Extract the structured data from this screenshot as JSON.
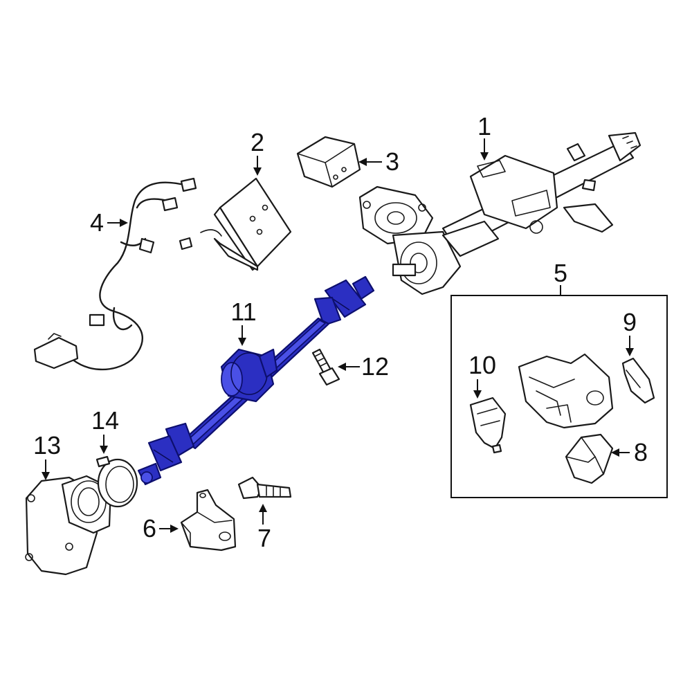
{
  "callouts": {
    "c1": "1",
    "c2": "2",
    "c3": "3",
    "c4": "4",
    "c5": "5",
    "c6": "6",
    "c7": "7",
    "c8": "8",
    "c9": "9",
    "c10": "10",
    "c11": "11",
    "c12": "12",
    "c13": "13",
    "c14": "14"
  },
  "colors": {
    "highlight": "#2b2fc2",
    "line": "#1a1a1a",
    "background": "#ffffff"
  },
  "highlighted_part": "11"
}
